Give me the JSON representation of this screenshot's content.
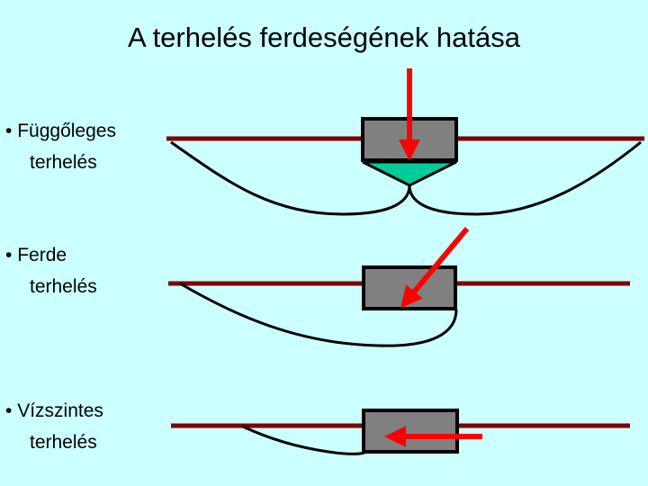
{
  "title": "A terhelés ferdeségének hatása",
  "cases": [
    {
      "bullet": "•",
      "line1": "Függőleges",
      "line2": "terhelés"
    },
    {
      "bullet": "•",
      "line1": "Ferde",
      "line2": "terhelés"
    },
    {
      "bullet": "•",
      "line1": "Vízszintes",
      "line2": "terhelés"
    }
  ],
  "colors": {
    "background": "#ccffff",
    "ground_line": "#800000",
    "foundation": "#808080",
    "load_arrow": "#ff0000",
    "wedge": "#00cc99",
    "slip_line": "#000000"
  }
}
